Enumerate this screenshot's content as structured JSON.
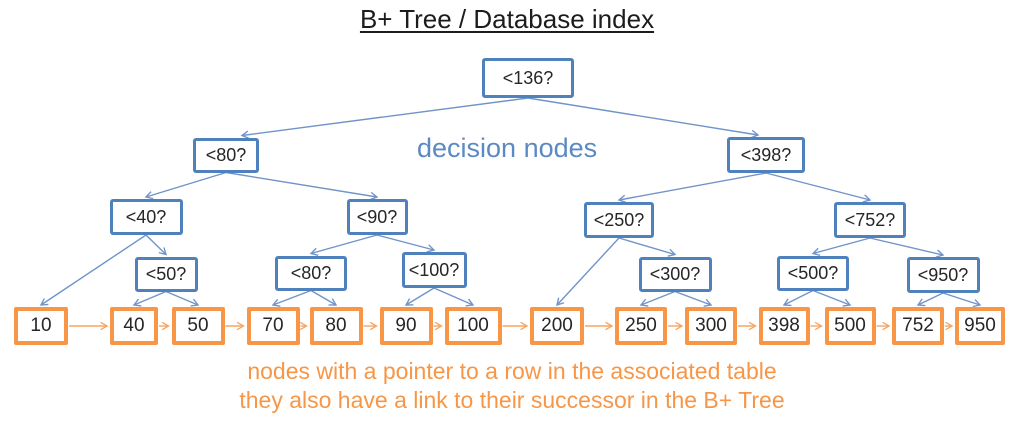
{
  "title": "B+ Tree / Database index",
  "labels": {
    "decision_nodes": "decision nodes",
    "leaf_note_line1": "nodes with a pointer to a row in the associated table",
    "leaf_note_line2": "they also have a link to their successor in the B+ Tree"
  },
  "colors": {
    "decision_border": "#4f81bd",
    "decision_edge": "#7094c9",
    "decision_text_label": "#5b8ac2",
    "leaf_border": "#f79646",
    "leaf_link": "#f9a55f",
    "node_text": "#262626",
    "title_color": "#1c1c1c",
    "note_color": "#f79646"
  },
  "tree": {
    "decision_nodes": [
      {
        "id": "d136",
        "label": "<136?"
      },
      {
        "id": "d80",
        "label": "<80?"
      },
      {
        "id": "d398",
        "label": "<398?"
      },
      {
        "id": "d40",
        "label": "<40?"
      },
      {
        "id": "d90",
        "label": "<90?"
      },
      {
        "id": "d250",
        "label": "<250?"
      },
      {
        "id": "d752",
        "label": "<752?"
      },
      {
        "id": "d50",
        "label": "<50?"
      },
      {
        "id": "d80b",
        "label": "<80?"
      },
      {
        "id": "d100",
        "label": "<100?"
      },
      {
        "id": "d300",
        "label": "<300?"
      },
      {
        "id": "d500",
        "label": "<500?"
      },
      {
        "id": "d950",
        "label": "<950?"
      }
    ],
    "leaf_nodes": [
      {
        "id": "l10",
        "label": "10"
      },
      {
        "id": "l40",
        "label": "40"
      },
      {
        "id": "l50",
        "label": "50"
      },
      {
        "id": "l70",
        "label": "70"
      },
      {
        "id": "l80",
        "label": "80"
      },
      {
        "id": "l90",
        "label": "90"
      },
      {
        "id": "l100",
        "label": "100"
      },
      {
        "id": "l200",
        "label": "200"
      },
      {
        "id": "l250",
        "label": "250"
      },
      {
        "id": "l300",
        "label": "300"
      },
      {
        "id": "l398",
        "label": "398"
      },
      {
        "id": "l500",
        "label": "500"
      },
      {
        "id": "l752",
        "label": "752"
      },
      {
        "id": "l950",
        "label": "950"
      }
    ],
    "edges": [
      [
        "d136",
        "d80"
      ],
      [
        "d136",
        "d398"
      ],
      [
        "d80",
        "d40"
      ],
      [
        "d80",
        "d90"
      ],
      [
        "d398",
        "d250"
      ],
      [
        "d398",
        "d752"
      ],
      [
        "d40",
        "l10"
      ],
      [
        "d40",
        "d50"
      ],
      [
        "d90",
        "d80b"
      ],
      [
        "d90",
        "d100"
      ],
      [
        "d250",
        "l200"
      ],
      [
        "d250",
        "d300"
      ],
      [
        "d752",
        "d500"
      ],
      [
        "d752",
        "d950"
      ],
      [
        "d50",
        "l40"
      ],
      [
        "d50",
        "l50"
      ],
      [
        "d80b",
        "l70"
      ],
      [
        "d80b",
        "l80"
      ],
      [
        "d100",
        "l90"
      ],
      [
        "d100",
        "l100"
      ],
      [
        "d300",
        "l250"
      ],
      [
        "d300",
        "l300"
      ],
      [
        "d500",
        "l398"
      ],
      [
        "d500",
        "l500"
      ],
      [
        "d950",
        "l752"
      ],
      [
        "d950",
        "l950"
      ]
    ]
  }
}
